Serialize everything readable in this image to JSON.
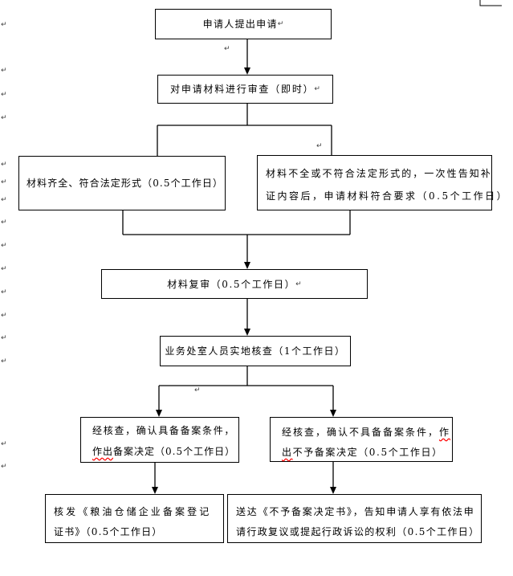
{
  "para_mark": "↵",
  "colors": {
    "border": "#000000",
    "text": "#000000",
    "spellcheck_underline": "#ff0000",
    "para_mark": "#404040"
  },
  "flowchart": {
    "start": "申请人提出申请",
    "review": "对申请材料进行审查（即时）",
    "complete": "材料齐全、符合法定形式（0.5个工作日）",
    "incomplete": {
      "line1": "材料不全或不符合法定形式的，一次性告知补",
      "line2": "证内容后，申请材料符合要求（0.5个工作日）"
    },
    "recheck": "材料复审（0.5个工作日）",
    "site_inspection": "业务处室人员实地核查（1个工作日）",
    "approve": {
      "line1": "经核查，确认具备备案条件，",
      "line2_flagged": "作出",
      "line2_rest": "备案决定（0.5个工作日）"
    },
    "reject": {
      "line1_text": "经核查，确认不具备备案条件，",
      "line1_flagged": "作",
      "line2_flagged": "出",
      "line2_rest": "不予备案决定（0.5个工作日）"
    },
    "issue_certificate": {
      "line1": "核发《粮油仓储企业备案登记",
      "line2": "证书》（0.5个工作日）"
    },
    "deliver_rejection": {
      "line1": "送达《不予备案决定书》，告知申请人享有依法申",
      "line2": "请行政复议或提起行政诉讼的权利（0.5个工作日）"
    }
  }
}
